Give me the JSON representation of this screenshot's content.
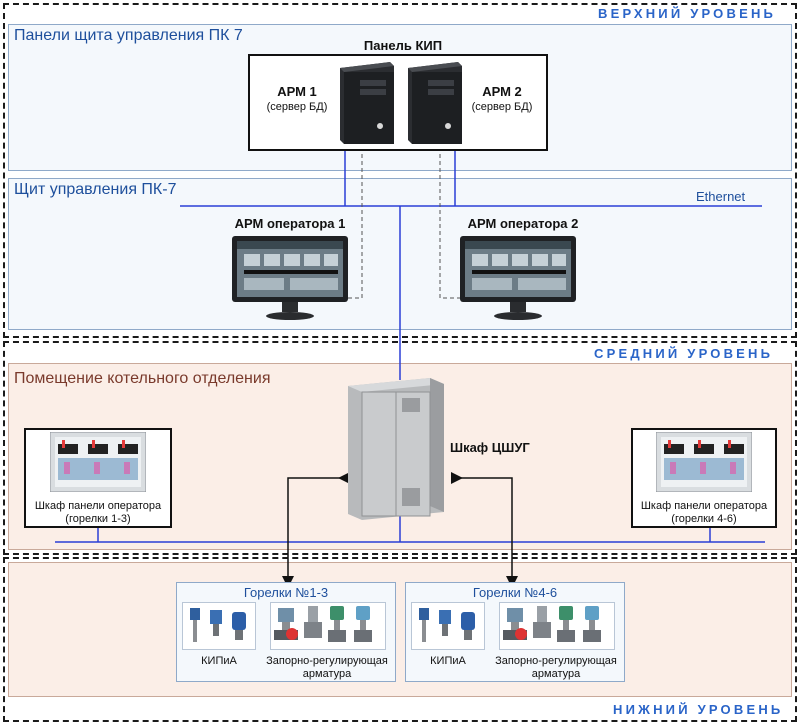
{
  "levels": {
    "upper": "ВЕРХНИЙ УРОВЕНЬ",
    "middle": "СРЕДНИЙ УРОВЕНЬ",
    "lower": "НИЖНИЙ УРОВЕНЬ"
  },
  "zones": {
    "pk7_panels": "Панели щита управления ПК 7",
    "pk7_shield": "Щит управления ПК-7",
    "boiler_room": "Помещение котельного отделения"
  },
  "kip_panel": {
    "title": "Панель КИП",
    "arm1_name": "АРМ 1",
    "arm1_sub": "(сервер БД)",
    "arm2_name": "АРМ 2",
    "arm2_sub": "(сервер БД)"
  },
  "network": {
    "ethernet": "Ethernet"
  },
  "operators": {
    "op1": "АРМ оператора 1",
    "op2": "АРМ оператора 2"
  },
  "cabinet": {
    "label": "Шкаф ЦШУГ"
  },
  "operator_panels": {
    "left_line1": "Шкаф панели оператора",
    "left_line2": "(горелки 1-3)",
    "right_line1": "Шкаф панели оператора",
    "right_line2": "(горелки 4-6)"
  },
  "burner_groups": {
    "g1_title": "Горелки №1-3",
    "g2_title": "Горелки №4-6",
    "kip_label": "КИПиА",
    "valves_line1": "Запорно-регулирующая",
    "valves_line2": "арматура"
  }
}
